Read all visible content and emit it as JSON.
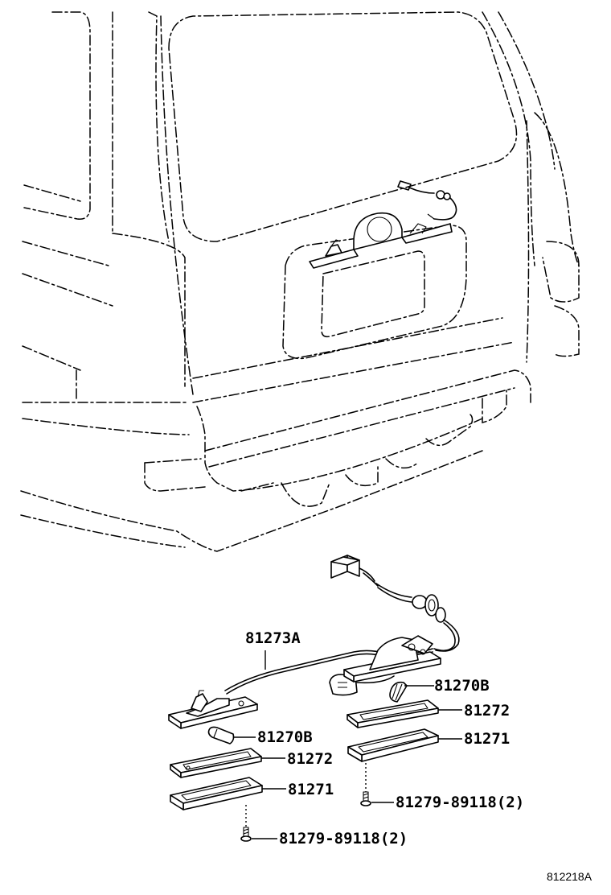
{
  "callouts": {
    "harness": "81273A",
    "bulb_right": "81270B",
    "gasket_right": "81272",
    "lens_right": "81271",
    "screw_right": "81279-89118(2)",
    "bulb_left": "81270B",
    "gasket_left": "81272",
    "lens_left": "81271",
    "screw_left": "81279-89118(2)"
  },
  "figure_id": "812218A"
}
